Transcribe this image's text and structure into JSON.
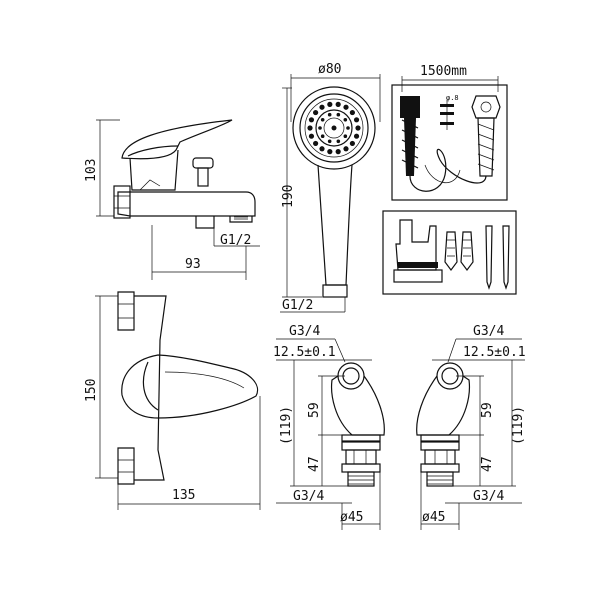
{
  "drawing": {
    "side_view": {
      "height_label": "103",
      "length_label": "93",
      "inlet_label": "G1/2"
    },
    "hand_shower": {
      "diameter_label": "ø80",
      "length_label": "190",
      "thread_label": "G1/2"
    },
    "hose": {
      "length_label": "1500mm",
      "washer_label": "φ.8"
    },
    "front_view": {
      "height_label": "150",
      "width_label": "135"
    },
    "connector_left": {
      "top_thread_label": "G3/4",
      "offset_label": "12.5±0.1",
      "upper_label": "59",
      "lower_label": "47",
      "total_label": "(119)",
      "bottom_thread_label": "G3/4",
      "diameter_label": "ø45"
    },
    "connector_right": {
      "top_thread_label": "G3/4",
      "offset_label": "12.5±0.1",
      "upper_label": "59",
      "lower_label": "47",
      "total_label": "(119)",
      "bottom_thread_label": "G3/4",
      "diameter_label": "ø45"
    }
  }
}
